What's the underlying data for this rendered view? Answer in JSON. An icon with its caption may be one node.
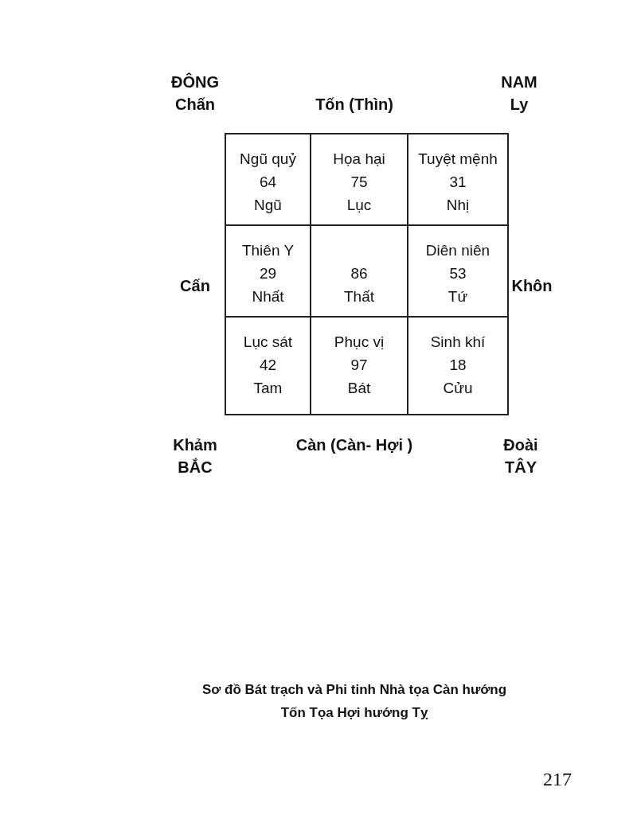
{
  "diagram": {
    "caption": "Sơ đồ Bát trạch và Phi tinh Nhà tọa Càn hướng Tốn Tọa Hợi hướng Tỵ",
    "nodes": [
      {
        "text": [
          "Ngũ quỷ",
          "64",
          "Ngũ"
        ]
      },
      {
        "text": [
          "Họa hại",
          "75",
          "Lục"
        ]
      },
      {
        "text": [
          "Tuyệt mệnh",
          "31",
          "Nhị"
        ]
      },
      {
        "text": [
          "Thiên Y",
          "29",
          "Nhất"
        ]
      },
      {
        "text": [
          "86",
          "Thất"
        ]
      },
      {
        "text": [
          "Diên niên",
          "53",
          "Tứ"
        ]
      },
      {
        "text": [
          "Lục sát",
          "42",
          "Tam"
        ]
      },
      {
        "text": [
          "Phục vị",
          "97",
          "Bát"
        ]
      },
      {
        "text": [
          "Sinh khí",
          "18",
          "Cửu"
        ]
      }
    ],
    "labels": [
      "ĐÔNG",
      "NAM",
      "Chấn",
      "Tốn (Thìn)",
      "Ly",
      "Cấn",
      "Khôn",
      "Khảm",
      "Càn (Càn- Hợi )",
      "Đoài",
      "BẮC",
      "TÂY",
      "217"
    ]
  }
}
